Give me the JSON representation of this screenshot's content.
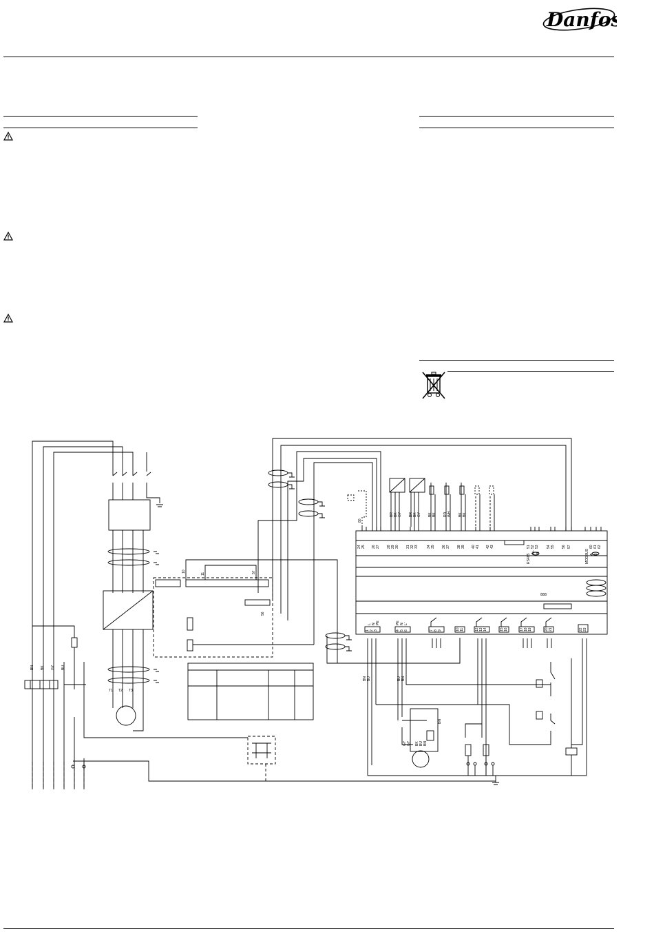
{
  "header": {
    "brand": "Danfoss"
  },
  "diagram": {
    "cable_colors": [
      "BN",
      "BK",
      "GY",
      "BU"
    ],
    "motor_labels": [
      "T1",
      "T2",
      "T3"
    ],
    "ribbon_numbers": [
      "10",
      "11",
      "57",
      "56"
    ],
    "terminal_groups": [
      [
        "24",
        "25"
      ],
      [
        "26",
        "27"
      ],
      [
        "28",
        "29",
        "30"
      ],
      [
        "31",
        "32",
        "33"
      ],
      [
        "34",
        "35"
      ],
      [
        "36",
        "37"
      ],
      [
        "38",
        "39"
      ],
      [
        "40",
        "41"
      ],
      [
        "42",
        "43"
      ],
      [
        "51",
        "52",
        "53"
      ],
      [
        "54",
        "55"
      ],
      [
        "56",
        "57"
      ],
      [
        "60",
        "61",
        "62"
      ]
    ],
    "bus_labels": [
      "RS485",
      "MODBUS"
    ],
    "bus_pins": [
      "A+",
      "B-",
      "A",
      "B"
    ],
    "lower_terminals": [
      [
        "1",
        "2",
        "3"
      ],
      [
        "4",
        "5",
        "6"
      ],
      [
        "7",
        "8",
        "9"
      ],
      [
        "10",
        "11"
      ],
      [
        "12",
        "13",
        "14"
      ],
      [
        "15",
        "16"
      ],
      [
        "17",
        "18",
        "19"
      ],
      [
        "20",
        "21"
      ],
      [
        "22",
        "23"
      ]
    ],
    "lower_terminal_labels": [
      "L",
      "N",
      "PE",
      "PE",
      "N",
      "L'"
    ],
    "wire_colors_left": [
      "BN",
      "BU",
      "BU",
      "BN"
    ],
    "fan_colors": [
      "GY",
      "GY",
      "BK",
      "BU",
      "BN",
      "BN"
    ],
    "wire_80": "80",
    "sensor_colors": [
      [
        "BR",
        "BK",
        "GY"
      ],
      [
        "BR",
        "BK",
        "GY"
      ],
      [
        "BK",
        "BK"
      ],
      [
        "RD",
        "WH"
      ],
      [
        "BK",
        "BK"
      ]
    ]
  }
}
